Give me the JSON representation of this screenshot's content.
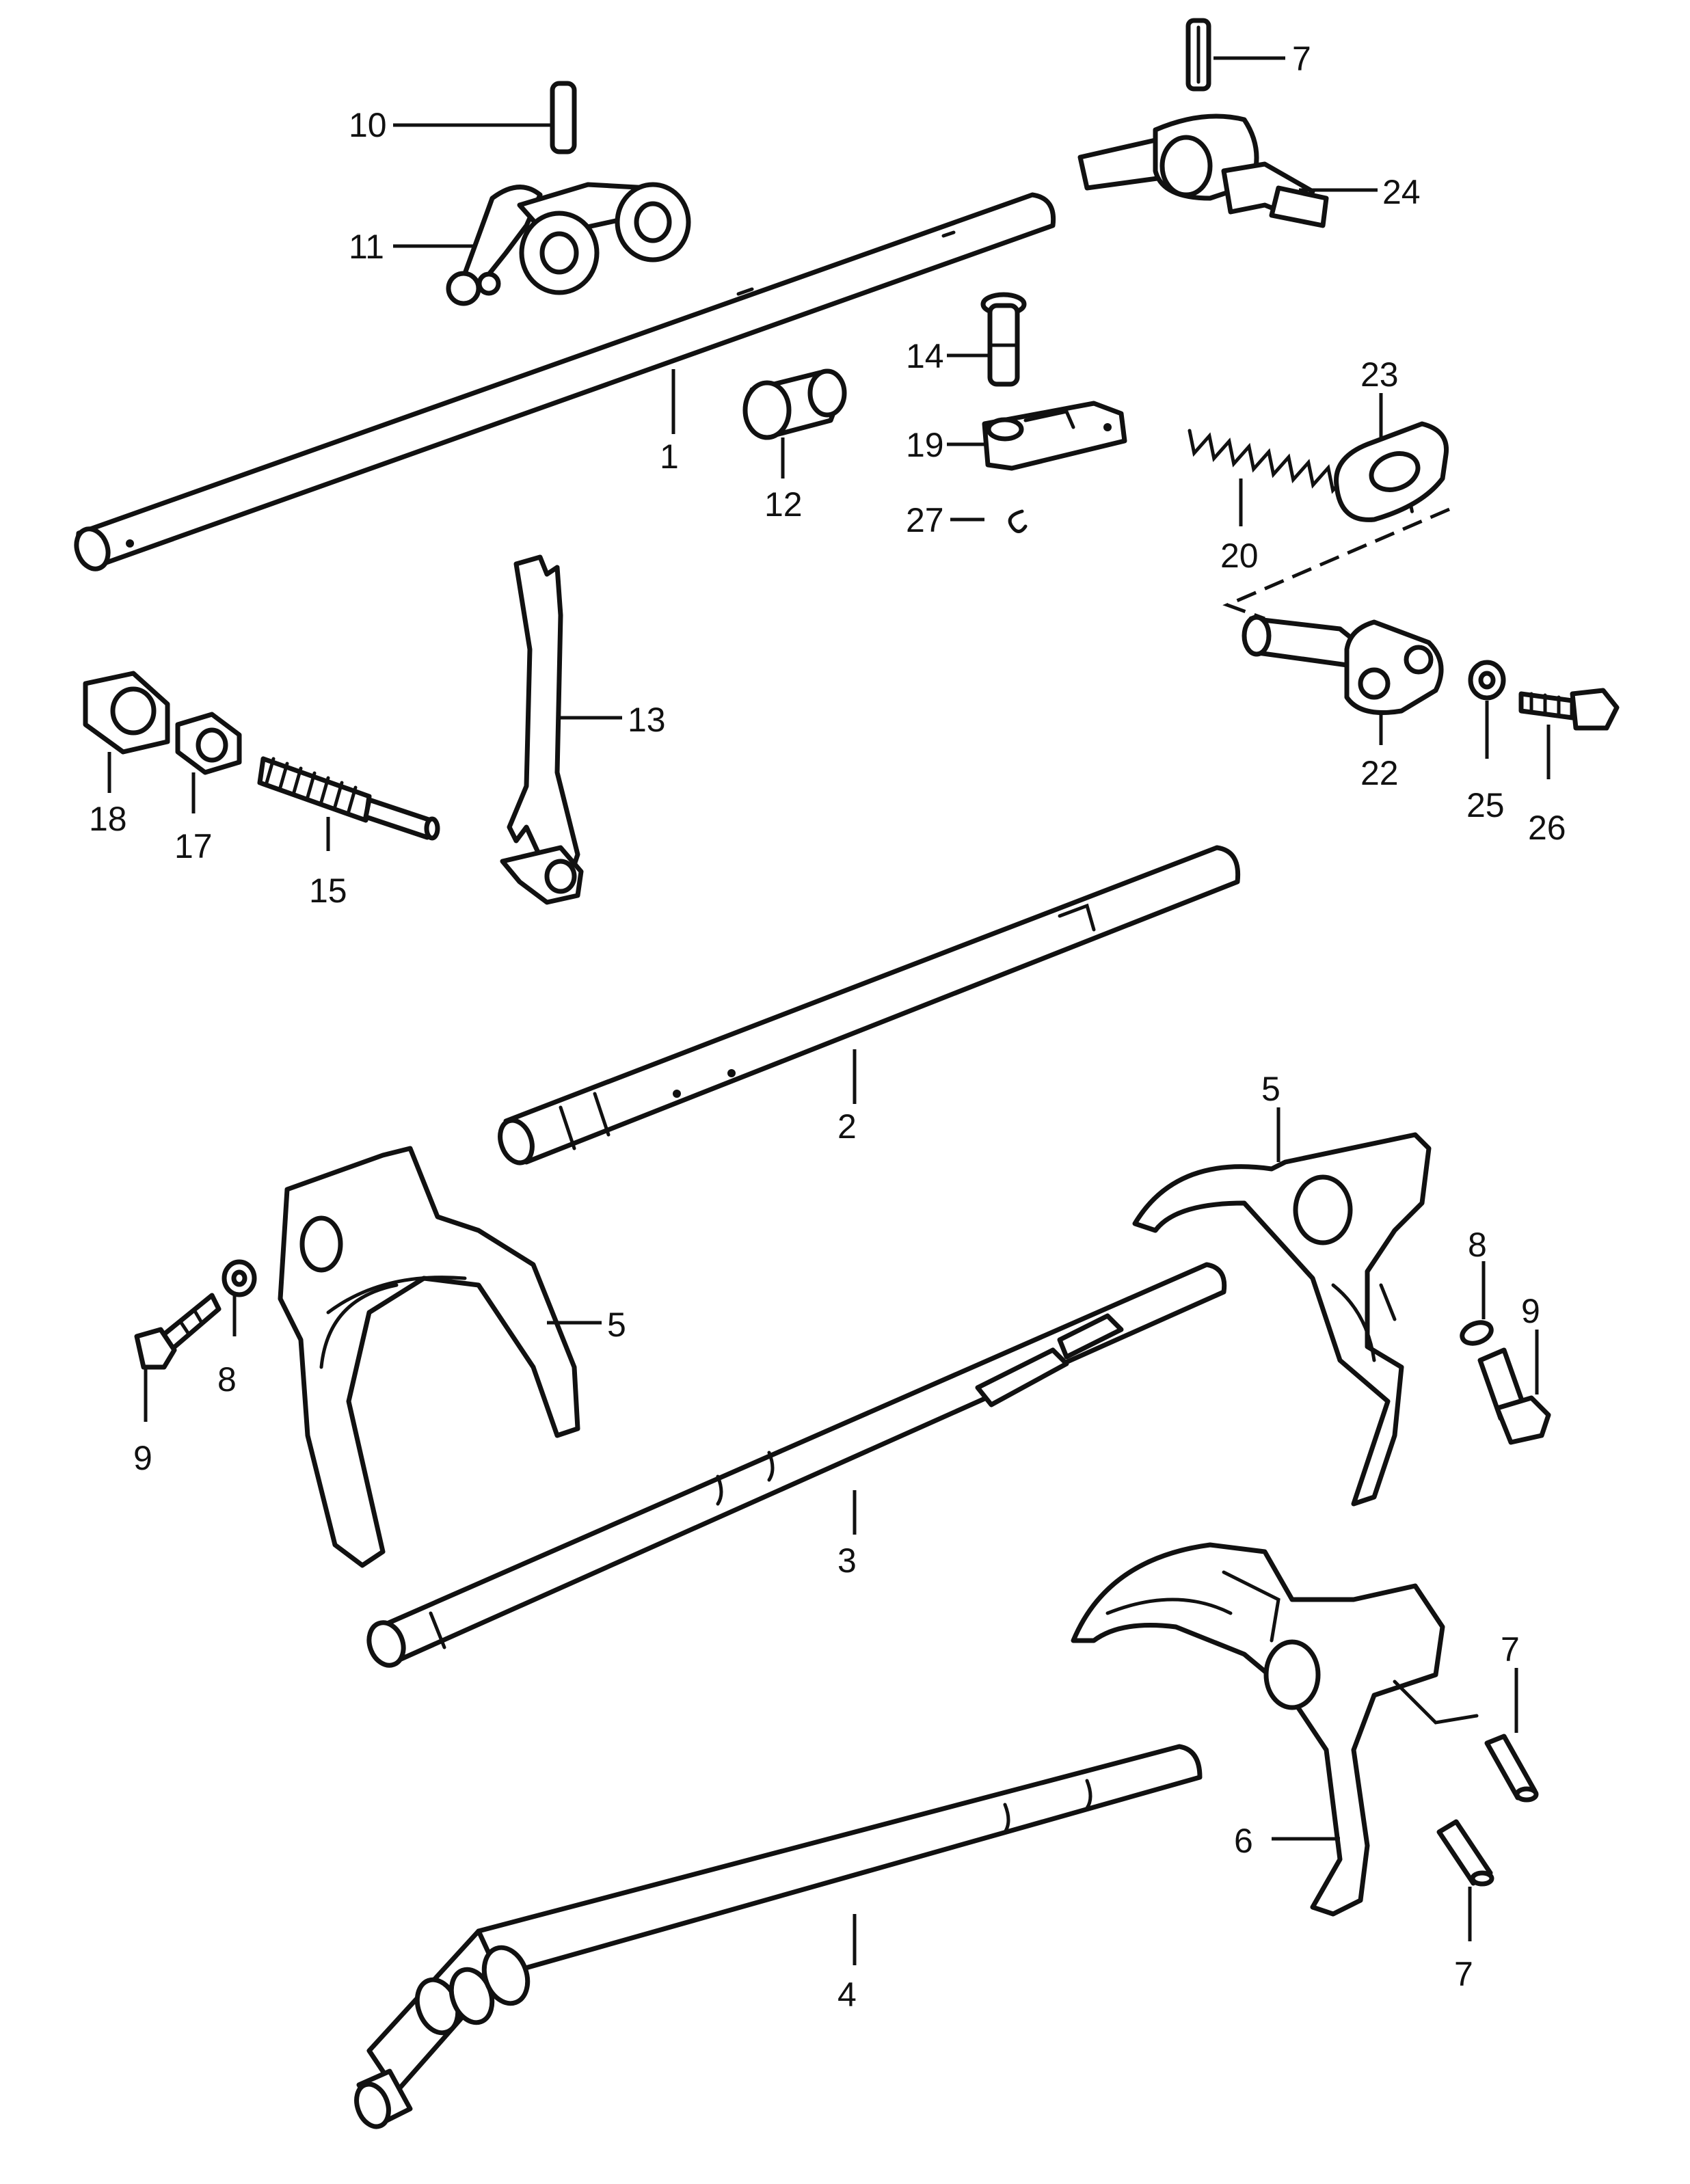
{
  "callouts": {
    "c1": "1",
    "c2": "2",
    "c3": "3",
    "c4": "4",
    "c5a": "5",
    "c5b": "5",
    "c6": "6",
    "c7a": "7",
    "c7b": "7",
    "c7c": "7",
    "c8a": "8",
    "c8b": "8",
    "c9a": "9",
    "c9b": "9",
    "c10": "10",
    "c11": "11",
    "c12": "12",
    "c13": "13",
    "c14": "14",
    "c15": "15",
    "c17": "17",
    "c18": "18",
    "c19": "19",
    "c20": "20",
    "c22": "22",
    "c23": "23",
    "c24": "24",
    "c25": "25",
    "c26": "26",
    "c27": "27"
  },
  "colors": {
    "line": "#111111",
    "background": "#ffffff"
  }
}
